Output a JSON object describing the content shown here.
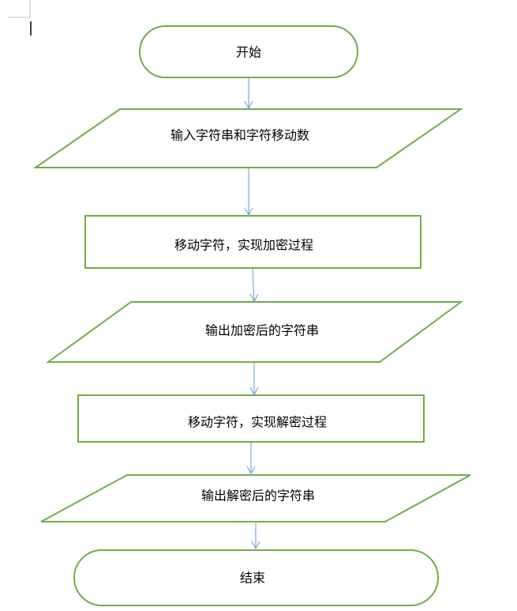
{
  "diagram": {
    "type": "flowchart",
    "colors": {
      "shape_border": "#70AD47",
      "shape_fill": "#FFFFFF",
      "connector": "#5B9BD5",
      "text": "#000000"
    },
    "nodes": [
      {
        "id": "start",
        "shape": "terminator",
        "label": "开始"
      },
      {
        "id": "input",
        "shape": "parallelogram",
        "label": "输入字符串和字符移动数"
      },
      {
        "id": "encrypt",
        "shape": "process",
        "label": "移动字符，实现加密过程"
      },
      {
        "id": "output-encrypted",
        "shape": "parallelogram",
        "label": "输出加密后的字符串"
      },
      {
        "id": "decrypt",
        "shape": "process",
        "label": "移动字符，实现解密过程"
      },
      {
        "id": "output-decrypted",
        "shape": "parallelogram",
        "label": "输出解密后的字符串"
      },
      {
        "id": "end",
        "shape": "terminator",
        "label": "结束"
      }
    ],
    "edges": [
      {
        "from": "start",
        "to": "input"
      },
      {
        "from": "input",
        "to": "encrypt"
      },
      {
        "from": "encrypt",
        "to": "output-encrypted"
      },
      {
        "from": "output-encrypted",
        "to": "decrypt"
      },
      {
        "from": "decrypt",
        "to": "output-decrypted"
      },
      {
        "from": "output-decrypted",
        "to": "end"
      }
    ]
  }
}
